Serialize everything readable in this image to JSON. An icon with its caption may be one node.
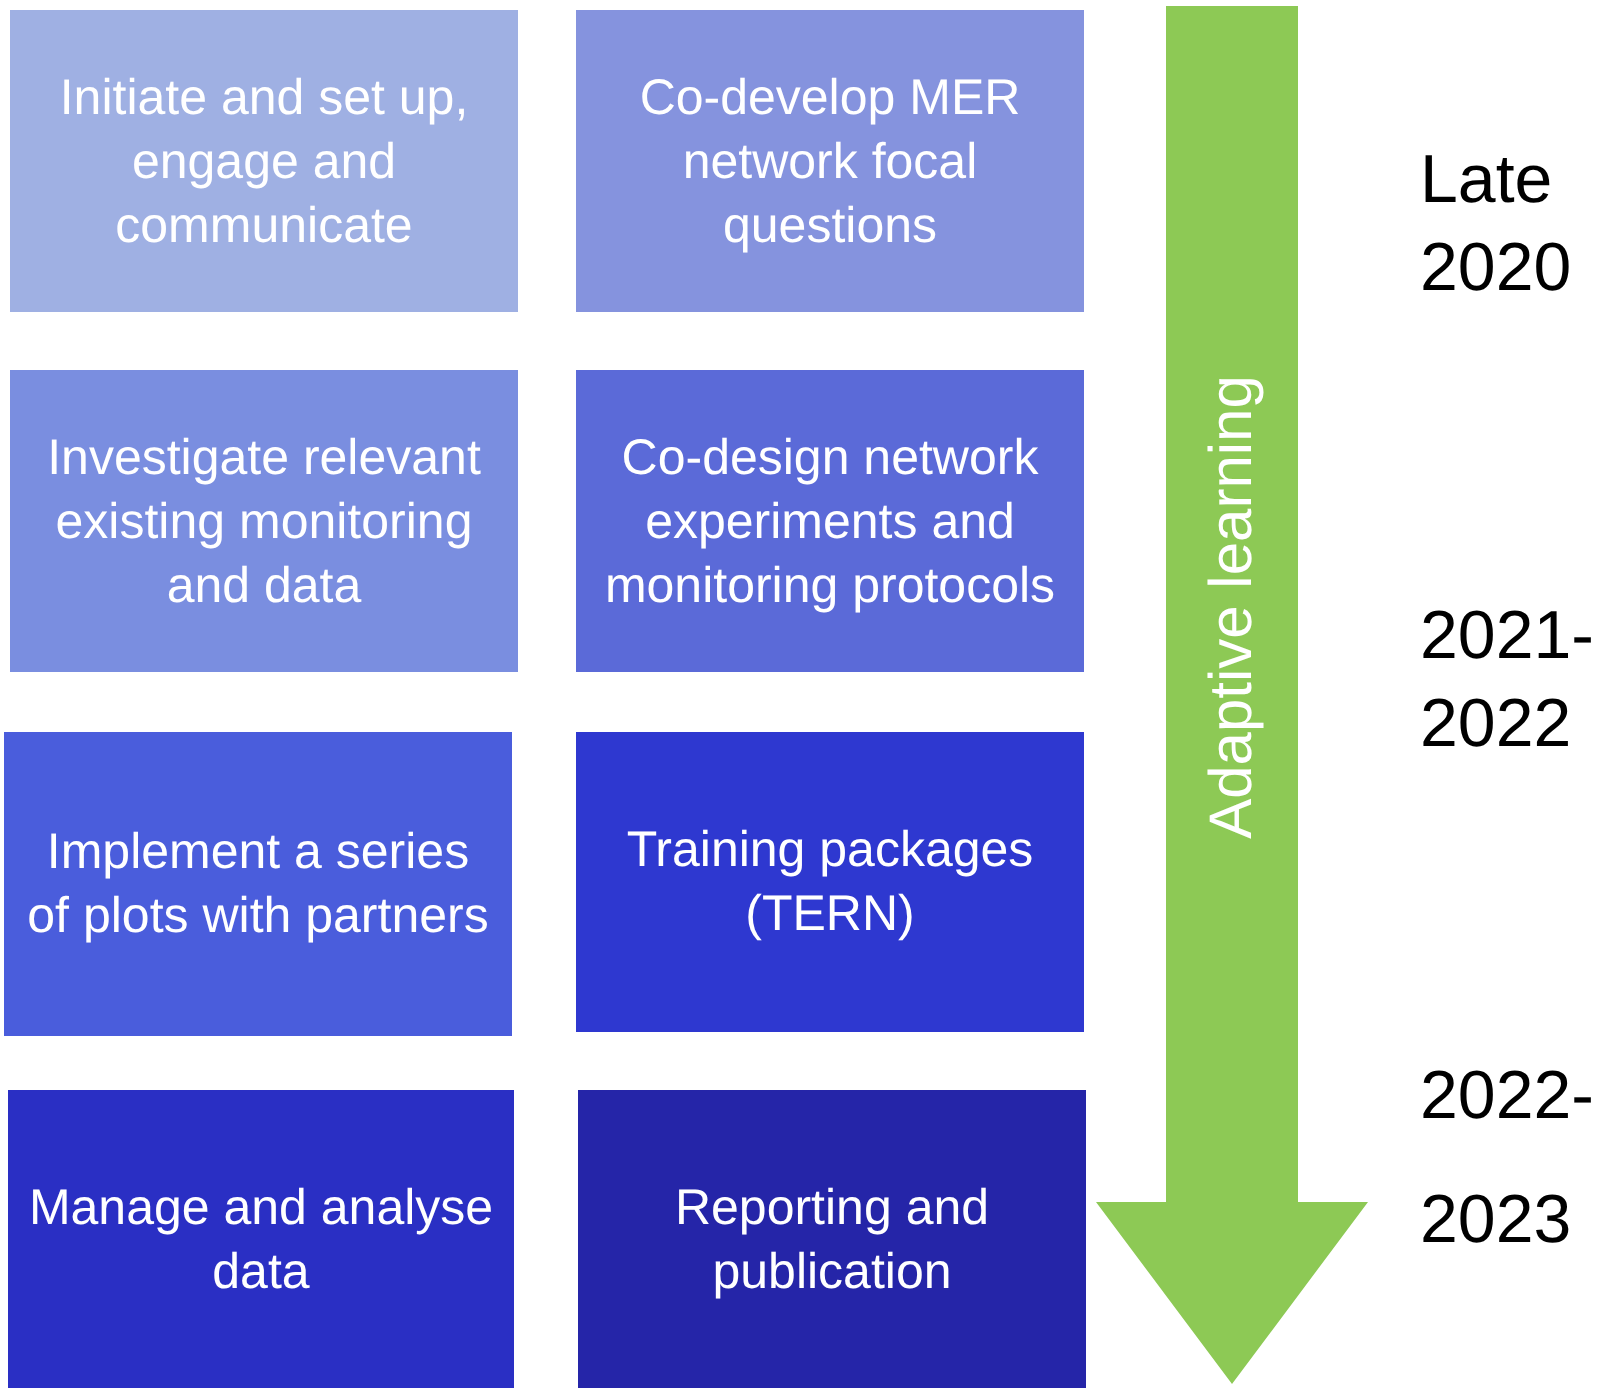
{
  "diagram": {
    "nodes": [
      {
        "text": [
          "Initiate and set up, engage and communicate"
        ]
      },
      {
        "text": [
          "Co-develop MER network focal questions"
        ]
      },
      {
        "text": [
          "Investigate relevant existing monitoring and data"
        ]
      },
      {
        "text": [
          "Co-design network experiments and monitoring protocols"
        ]
      },
      {
        "text": [
          "Implement a series of plots with partners"
        ]
      },
      {
        "text": [
          "Training packages (TERN)"
        ]
      },
      {
        "text": [
          "Manage and analyse data"
        ]
      },
      {
        "text": [
          "Reporting and publication"
        ]
      },
      {
        "text": [
          "Adaptive learning"
        ]
      }
    ],
    "labels": [
      "Late 2020",
      "2021- 2022",
      "2022-",
      "2023"
    ]
  }
}
